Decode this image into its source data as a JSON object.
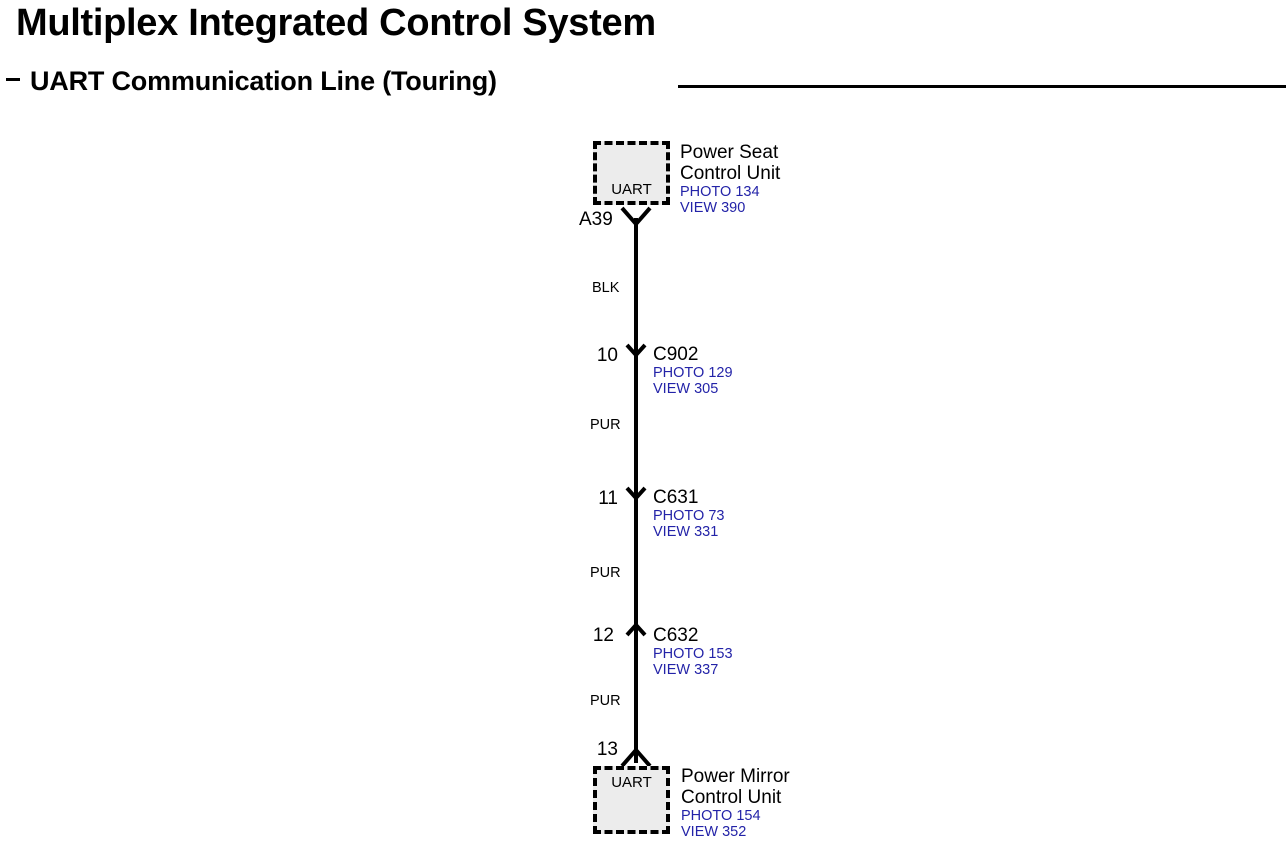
{
  "header": {
    "title": "Multiplex Integrated Control System",
    "dash": "–",
    "subtitle": "UART Communication Line (Touring)"
  },
  "diagram": {
    "top_unit": {
      "port_label": "UART",
      "name_line1": "Power Seat",
      "name_line2": "Control Unit",
      "photo_ref": "PHOTO 134",
      "view_ref": "VIEW 390",
      "node_label": "A39"
    },
    "bottom_unit": {
      "port_label": "UART",
      "name_line1": "Power Mirror",
      "name_line2": "Control Unit",
      "photo_ref": "PHOTO 154",
      "view_ref": "VIEW 352",
      "pin": "13"
    },
    "segments": [
      {
        "color_code": "BLK"
      },
      {
        "color_code": "PUR"
      },
      {
        "color_code": "PUR"
      },
      {
        "color_code": "PUR"
      }
    ],
    "connectors": [
      {
        "pin": "10",
        "name": "C902",
        "photo_ref": "PHOTO 129",
        "view_ref": "VIEW 305",
        "direction": "down"
      },
      {
        "pin": "11",
        "name": "C631",
        "photo_ref": "PHOTO 73",
        "view_ref": "VIEW 331",
        "direction": "down"
      },
      {
        "pin": "12",
        "name": "C632",
        "photo_ref": "PHOTO 153",
        "view_ref": "VIEW 337",
        "direction": "up"
      }
    ]
  },
  "colors": {
    "reference_blue": "#2323a8",
    "wire_black": "#000000",
    "box_fill": "#ececec"
  }
}
